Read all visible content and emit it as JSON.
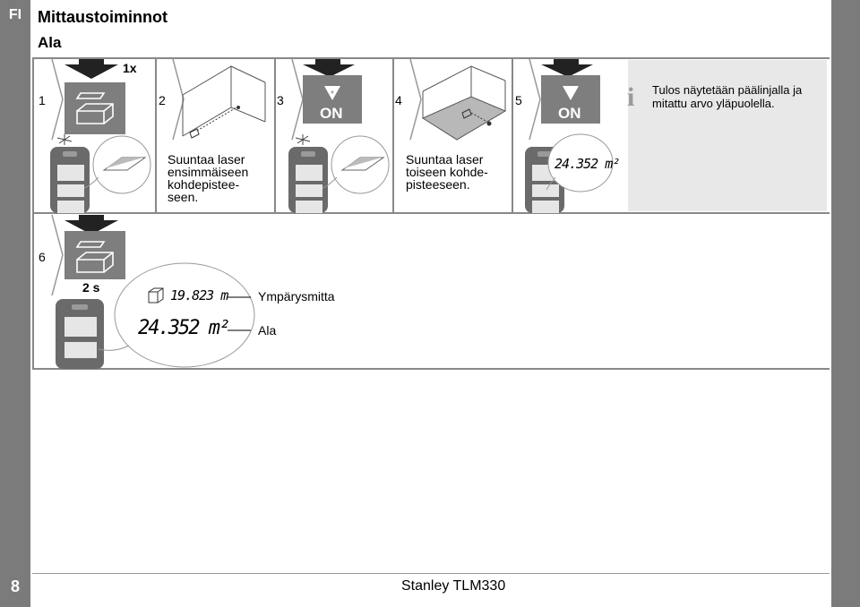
{
  "page": {
    "lang_tag": "FI",
    "title": "Mittaustoiminnot",
    "subtitle": "Ala",
    "page_number": "8",
    "footer": "Stanley TLM330"
  },
  "steps": [
    {
      "num": "1",
      "badge": "1x"
    },
    {
      "num": "2",
      "text": "Suuntaa laser\nensimmäiseen\nkohdepistee-\nseen."
    },
    {
      "num": "3",
      "button_label": "ON"
    },
    {
      "num": "4",
      "text": "Suuntaa laser\ntoiseen kohde-\npisteeseen."
    },
    {
      "num": "5",
      "button_label": "ON",
      "display_value": "24.352 m²"
    },
    {
      "num": "6",
      "hold_label": "2 s"
    }
  ],
  "info": {
    "icon": "info-icon",
    "text": "Tulos näytetään päälinjalla ja mitattu arvo yläpuolella."
  },
  "result": {
    "perimeter_value": "19.823 m",
    "perimeter_label": "Ympärysmitta",
    "area_value": "24.352 m²",
    "area_label": "Ala"
  }
}
